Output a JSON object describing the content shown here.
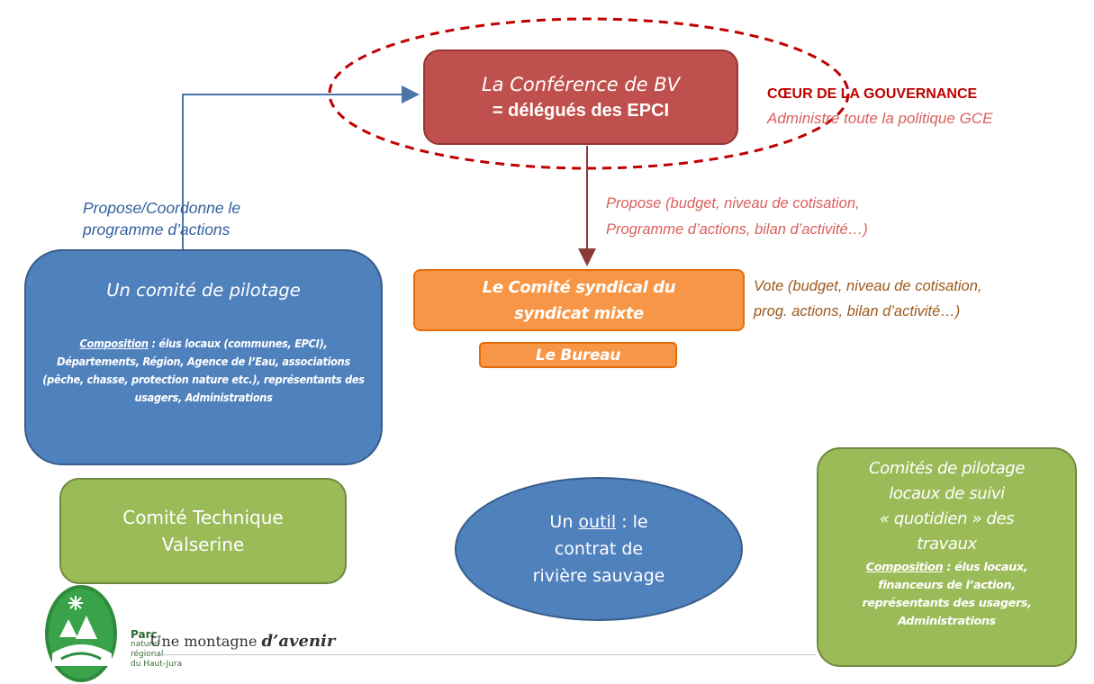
{
  "conference": {
    "title": "La Conférence de BV",
    "subtitle": "= délégués des EPCI"
  },
  "coeur": {
    "title": "CŒUR DE LA GOUVERNANCE",
    "subtitle": "Administre toute la politique GCE"
  },
  "propose_left": {
    "line1": "Propose/Coordonne le",
    "line2": "programme d’actions"
  },
  "propose_right": {
    "line1": "Propose (budget, niveau de cotisation,",
    "line2": "Programme d’actions, bilan d’activité…)"
  },
  "copil": {
    "title": "Un comité de pilotage",
    "composition_label": "Composition",
    "composition_text": " : élus locaux (communes, EPCI),  Départements, Région, Agence de l’Eau,  associations (pêche, chasse, protection nature etc.), représentants des usagers,  Administrations"
  },
  "syndical": {
    "line1": "Le Comité syndical du",
    "line2": "syndicat mixte"
  },
  "bureau": {
    "label": "Le Bureau"
  },
  "vote": {
    "line1": "Vote (budget, niveau de  cotisation,",
    "line2": "prog. actions,  bilan d’activité…)"
  },
  "cotech": {
    "line1": "Comité Technique",
    "line2": "Valserine"
  },
  "outil": {
    "prefix": "Un ",
    "keyword": "outil",
    "suffix": " : le",
    "line2": "contrat de",
    "line3": "rivière sauvage"
  },
  "locaux": {
    "line1": "Comités de pilotage",
    "line2": "locaux de suivi",
    "line3": "« quotidien » des",
    "line4": "travaux",
    "composition_label": "Composition",
    "composition_rest": " : élus locaux,",
    "comp_line2": "financeurs de l’action,",
    "comp_line3": "représentants des usagers,",
    "comp_line4": "Administrations"
  },
  "footer": {
    "logo_name": "parc-naturel-regional-logo",
    "parc_line1": "Parc",
    "parc_line2": "naturel",
    "parc_line3": "régional",
    "parc_line4": "du Haut-Jura",
    "tagline_prefix": "Une montagne ",
    "tagline_script": "d’avenir"
  },
  "colors": {
    "conference": "#c0504d",
    "coeur_title": "#c00000",
    "coeur_text": "#d9605c",
    "propose_left": "#34609b",
    "blue_box": "#4f81bd",
    "orange_box": "#f79646",
    "green_box": "#9bbb59",
    "vote_text": "#9c5a1d",
    "arrow_blue": "#4a75a8",
    "arrow_red": "#8b3a3a",
    "dashed_ellipse": "#c00000"
  }
}
